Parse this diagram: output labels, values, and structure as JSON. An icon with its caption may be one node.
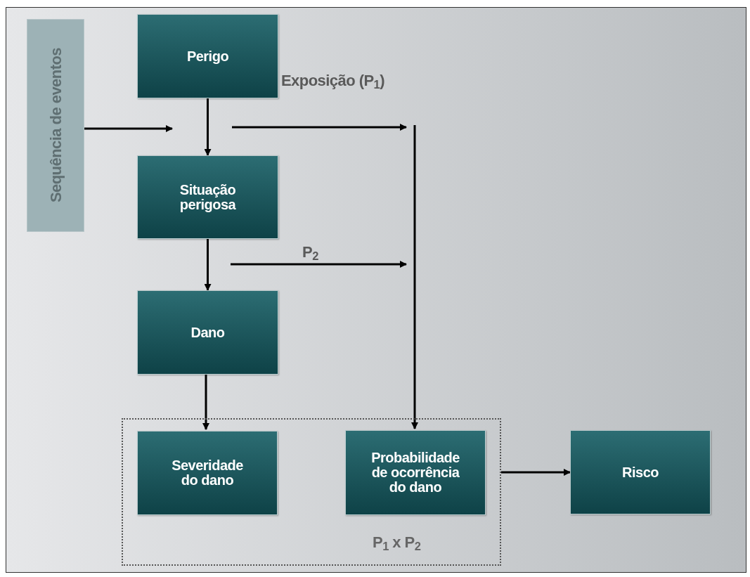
{
  "diagram": {
    "nodes": [
      {
        "text": [
          "Sequência de eventos"
        ]
      },
      {
        "text": [
          "Perigo"
        ]
      },
      {
        "text": [
          "Situação perigosa"
        ]
      },
      {
        "text": [
          "Dano"
        ]
      },
      {
        "text": [
          "P$_{1}$ x P$_{2}$"
        ]
      },
      {
        "text": [
          "Severidade do dano"
        ],
        "in": 4
      },
      {
        "text": [
          "Probabilidade de ocorrência do dano"
        ],
        "in": 4
      },
      {
        "text": [
          "Risco"
        ]
      }
    ],
    "edges": [
      {
        "from": 0,
        "to": null,
        "arrow": "to"
      },
      {
        "from": 1,
        "to": 2,
        "arrow": "to"
      },
      {
        "from": 2,
        "to": 3,
        "arrow": "to"
      },
      {
        "from": 3,
        "to": 5,
        "arrow": "to"
      },
      {
        "from": null,
        "to": 6,
        "arrow": "to"
      },
      {
        "from": 4,
        "to": 7,
        "arrow": "to"
      }
    ],
    "labels": [
      "Exposição (P$_{1}$)",
      "P$_{2}$"
    ]
  }
}
